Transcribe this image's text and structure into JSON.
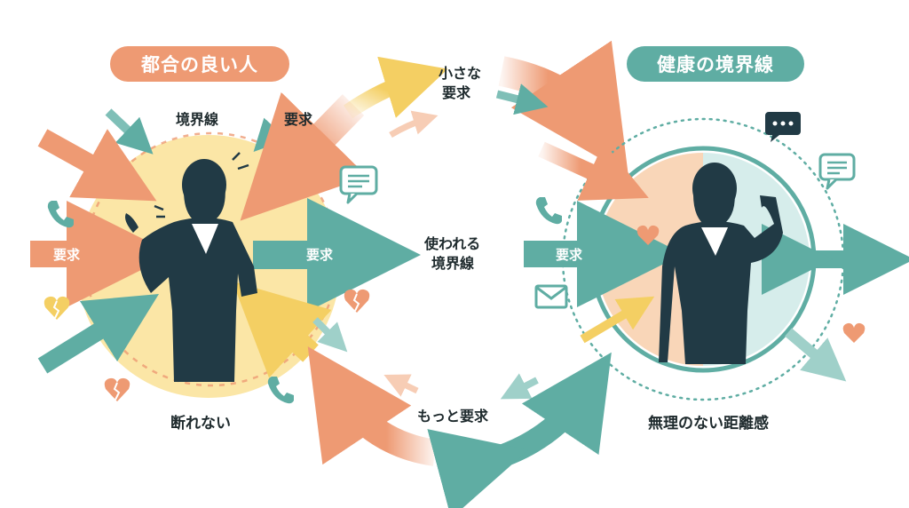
{
  "titles": {
    "left": "都合の良い人",
    "right": "健康の境界線"
  },
  "left_scene": {
    "boundary_label": "境界線",
    "request_top_label": "要求",
    "request_left_label": "要求",
    "request_right_label": "要求",
    "caption": "断れない"
  },
  "center": {
    "small_request": [
      "小さな",
      "要求"
    ],
    "used_boundary": [
      "使われる",
      "境界線"
    ],
    "more_request": "もっと要求"
  },
  "right_scene": {
    "request_label": "要求",
    "caption": "無理のない距離感"
  },
  "colors": {
    "orange": "#ee9a73",
    "teal": "#5fada3",
    "yellow": "#f4cf63",
    "navy": "#213a45",
    "light_yellow": "#fbe6a6",
    "light_teal": "#d6edeb",
    "light_peach": "#f9d6b8"
  },
  "icons": [
    "phone-icon",
    "chat-bubble-icon",
    "broken-heart-icon",
    "heart-icon",
    "mail-icon",
    "speech-dots-icon"
  ]
}
